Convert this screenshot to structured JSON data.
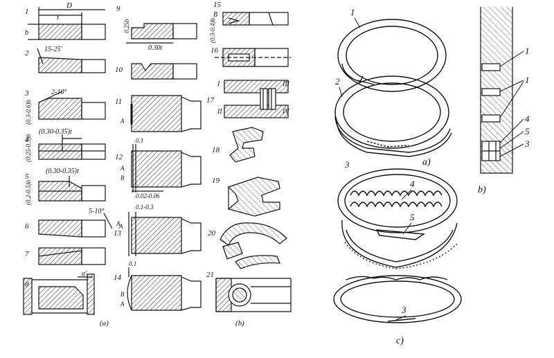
{
  "panel_a_left": {
    "caption": "(a)",
    "items": [
      {
        "num": "1",
        "dims": [
          "D",
          "t",
          "b"
        ]
      },
      {
        "num": "2",
        "dims": [
          "15-25'"
        ]
      },
      {
        "num": "3",
        "dims": [
          "2-10°",
          "(0.3-0.6)b"
        ]
      },
      {
        "num": "4",
        "dims": [
          "(0.30-0.35)t",
          "(0.25-0.3)b"
        ]
      },
      {
        "num": "5",
        "dims": [
          "(0.30-0.35)t",
          "(0.2-0.5)b"
        ]
      },
      {
        "num": "6",
        "dims": [
          "5-10°",
          "A"
        ]
      },
      {
        "num": "7",
        "dims": []
      },
      {
        "num": "8",
        "dims": [
          "α'"
        ]
      },
      {
        "num": "9",
        "dims": [
          "0.25b",
          "0.30t"
        ]
      },
      {
        "num": "10",
        "dims": []
      },
      {
        "num": "11",
        "dims": [
          "A"
        ]
      },
      {
        "num": "12",
        "dims": [
          "0.1",
          "A",
          "B",
          "0.02-0.06"
        ]
      },
      {
        "num": "13",
        "dims": [
          "0.1-0.3",
          "A"
        ]
      },
      {
        "num": "14",
        "dims": [
          "0.1",
          "B",
          "A"
        ]
      }
    ]
  },
  "panel_b_left": {
    "caption": "(b)",
    "items": [
      {
        "num": "15",
        "dims": [
          "B"
        ]
      },
      {
        "num": "16",
        "dims": [
          "(0.3-0.4)b"
        ]
      },
      {
        "num": "17",
        "dims": [
          "I",
          "II",
          "III",
          "IV"
        ]
      },
      {
        "num": "18"
      },
      {
        "num": "19"
      },
      {
        "num": "20"
      },
      {
        "num": "21"
      }
    ]
  },
  "right_figure": {
    "caption_a": "a)",
    "caption_b": "b)",
    "caption_c": "c)",
    "ring_labels": [
      "1",
      "2",
      "3",
      "4",
      "5"
    ],
    "section_labels": [
      "1",
      "1",
      "4",
      "5",
      "3"
    ]
  }
}
